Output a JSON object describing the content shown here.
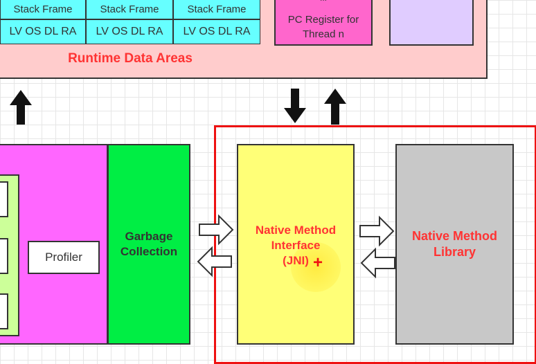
{
  "runtime_data_areas": {
    "label": "Runtime Data Areas",
    "stack_frames": [
      {
        "frame": "Stack Frame",
        "contents": "LV OS DL RA"
      },
      {
        "frame": "Stack Frame",
        "contents": "LV OS DL RA"
      },
      {
        "frame": "Stack Frame",
        "contents": "LV OS DL RA"
      }
    ],
    "pc_register": {
      "dots": "...",
      "label_line1": "PC Register for",
      "label_line2": "Thread n"
    }
  },
  "execution_engine": {
    "profiler_label": "Profiler"
  },
  "garbage_collection": {
    "line1": "Garbage",
    "line2": "Collection"
  },
  "native_method_interface": {
    "line1": "Native Method",
    "line2": "Interface",
    "line3": "(JNI)"
  },
  "native_method_library": {
    "line1": "Native Method",
    "line2": "Library"
  },
  "colors": {
    "runtime_bg": "#ffcccc",
    "stack_frame": "#66ffff",
    "pc_register": "#ff66cc",
    "execution_engine": "#ff66ff",
    "garbage_collection": "#00ee44",
    "jni": "#ffff77",
    "library": "#c8c8c8",
    "native_border": "#ee1111",
    "label_red": "#ff3333"
  }
}
